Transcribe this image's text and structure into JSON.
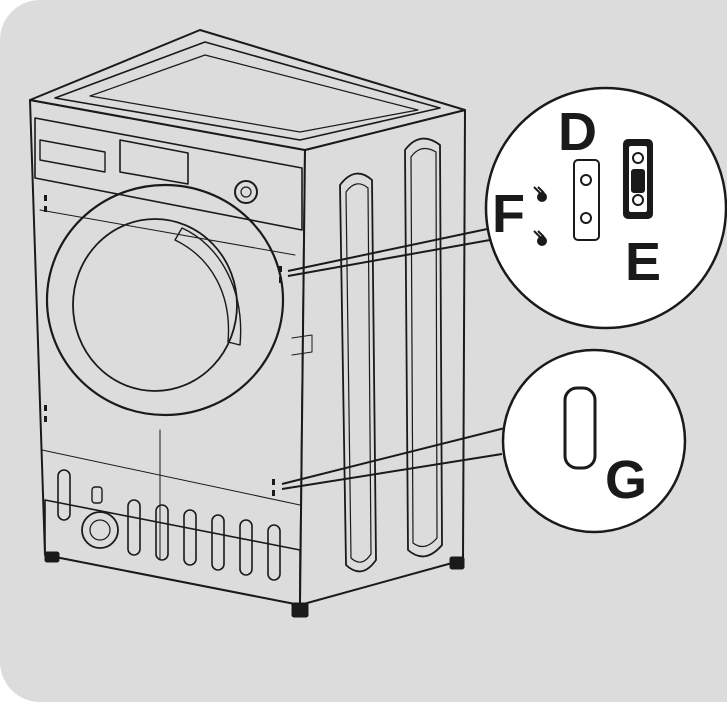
{
  "figure": {
    "background_color": "#dcdcdc",
    "line_color": "#1a1a1a",
    "labels": {
      "d": "D",
      "e": "E",
      "f": "F",
      "g": "G"
    }
  }
}
